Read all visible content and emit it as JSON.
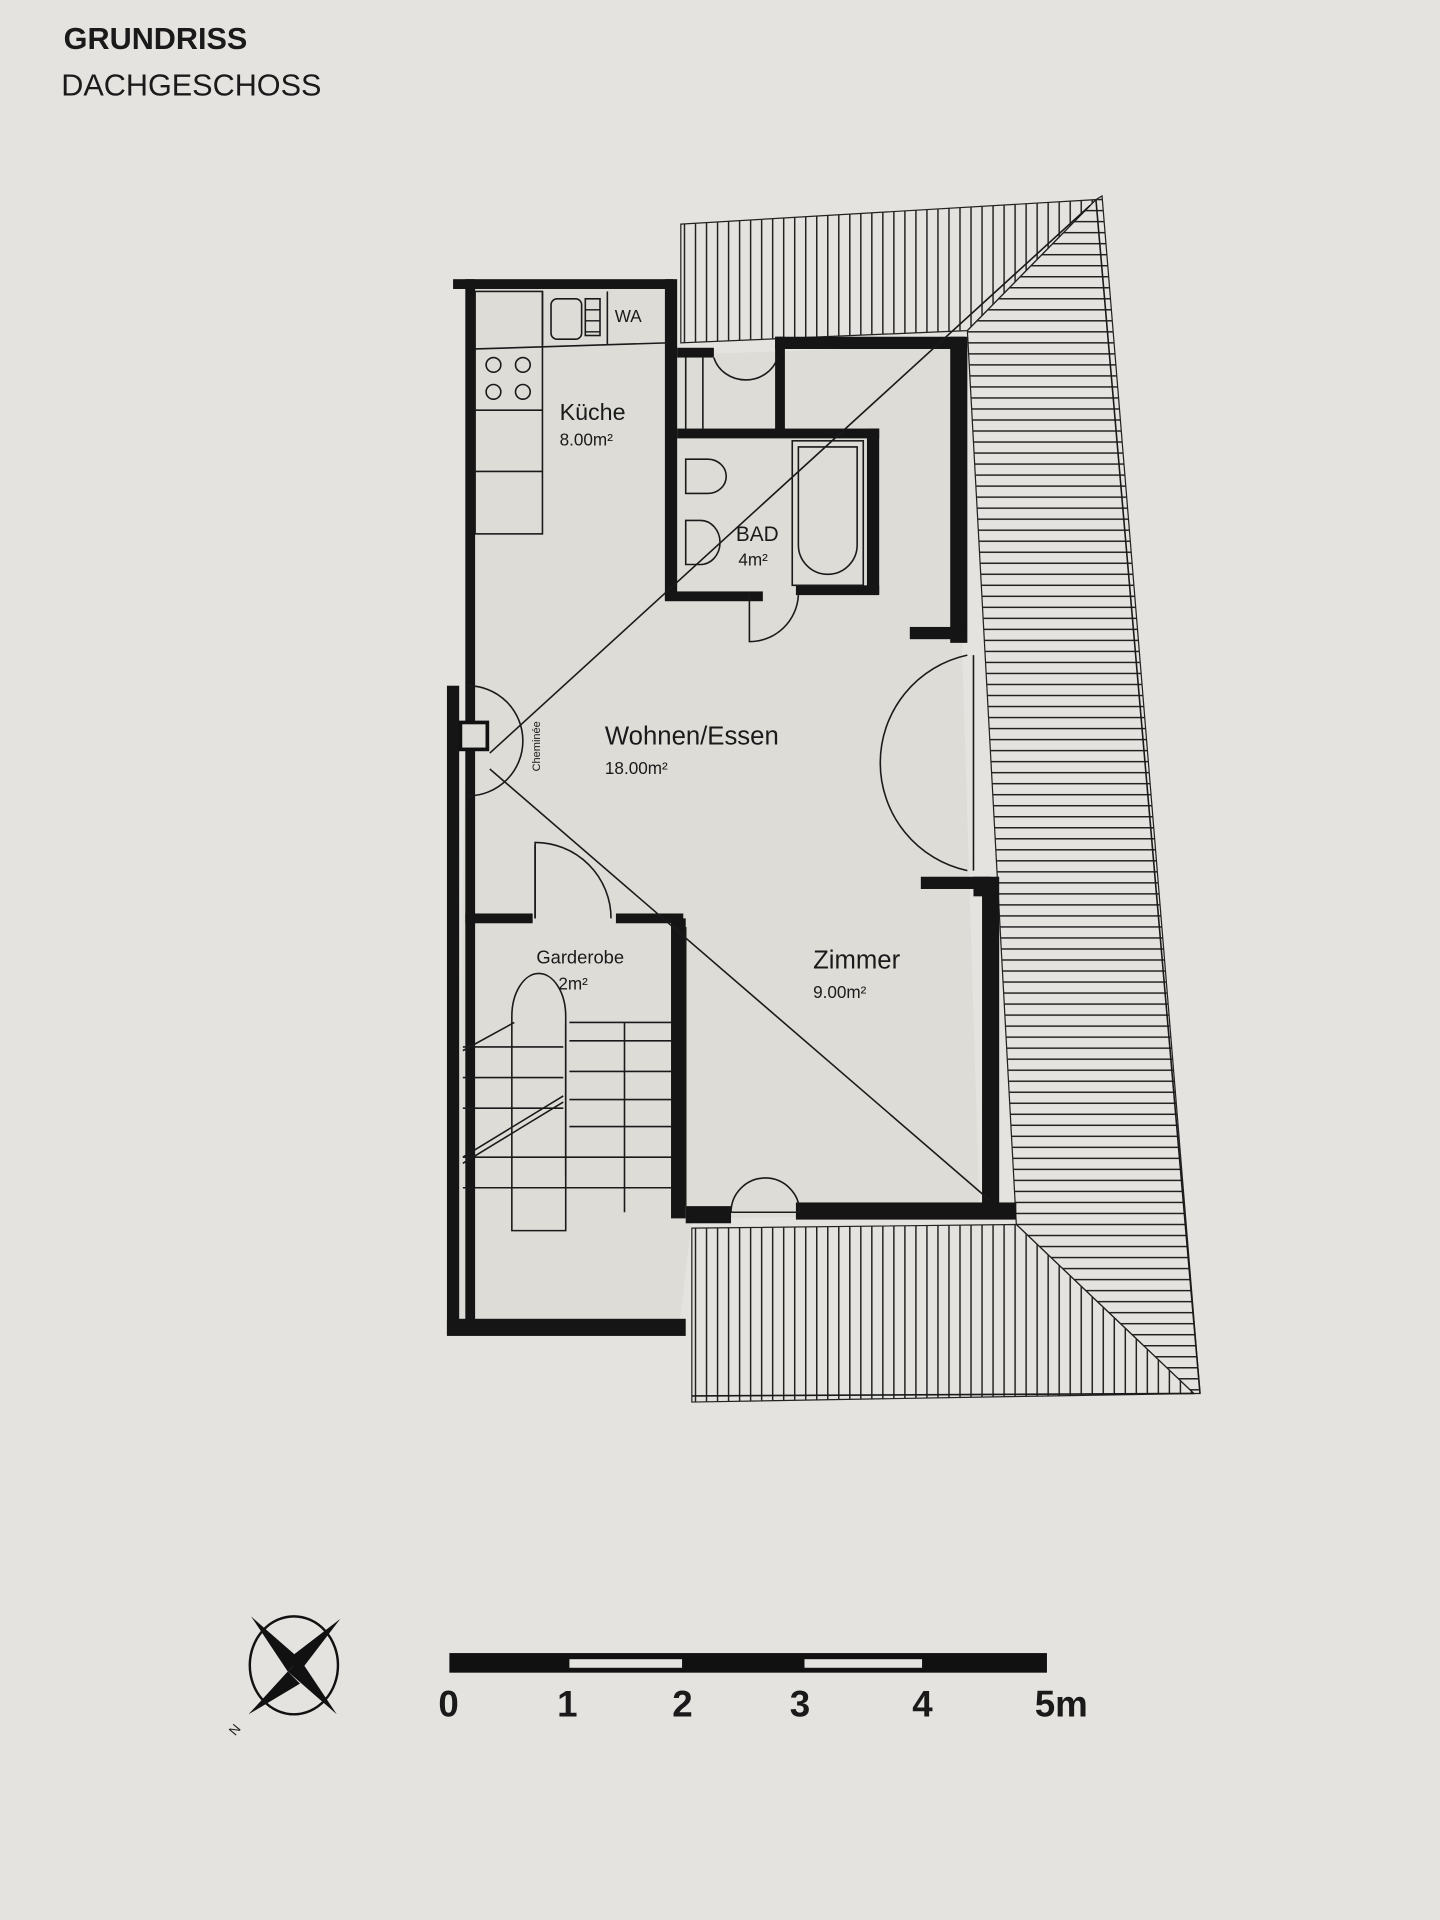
{
  "header": {
    "title": "GRUNDRISS",
    "subtitle": "DACHGESCHOSS"
  },
  "rooms": [
    {
      "name": "Küche",
      "area": "8.00m²"
    },
    {
      "name": "WA"
    },
    {
      "name": "BAD",
      "area": "4m²"
    },
    {
      "name": "Wohnen/Essen",
      "area": "18.00m²"
    },
    {
      "name": "Zimmer",
      "area": "9.00m²"
    },
    {
      "name": "Garderobe",
      "area": "2m²"
    }
  ],
  "fireplace_label": "Cheminée",
  "scale_bar": {
    "labels": [
      "0",
      "1",
      "2",
      "3",
      "4",
      "5m"
    ]
  },
  "compass": {
    "north_label": "N"
  }
}
